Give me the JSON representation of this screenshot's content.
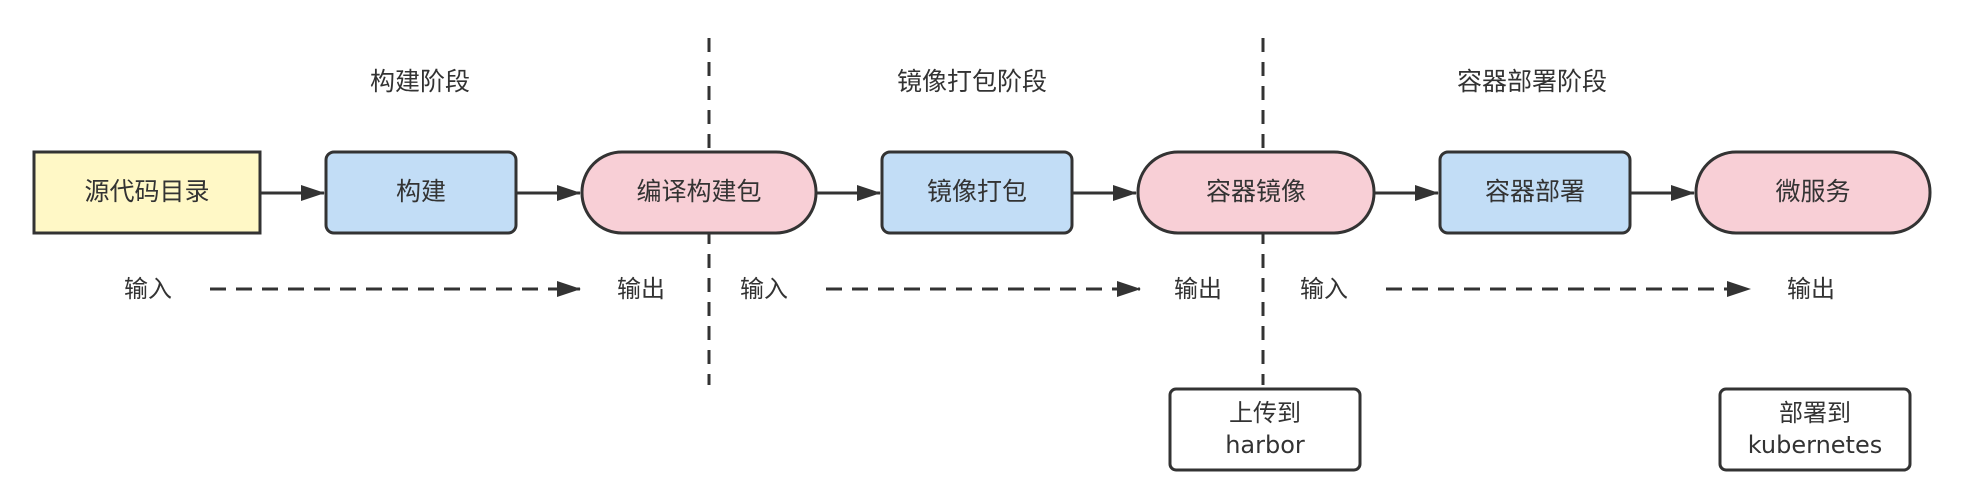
{
  "stages": [
    {
      "label": "构建阶段"
    },
    {
      "label": "镜像打包阶段"
    },
    {
      "label": "容器部署阶段"
    }
  ],
  "nodes": [
    {
      "id": "source",
      "label": "源代码目录",
      "kind": "source"
    },
    {
      "id": "build",
      "label": "构建",
      "kind": "process"
    },
    {
      "id": "artifact",
      "label": "编译构建包",
      "kind": "artifact"
    },
    {
      "id": "package",
      "label": "镜像打包",
      "kind": "process"
    },
    {
      "id": "image",
      "label": "容器镜像",
      "kind": "artifact"
    },
    {
      "id": "deploy",
      "label": "容器部署",
      "kind": "process"
    },
    {
      "id": "service",
      "label": "微服务",
      "kind": "artifact"
    }
  ],
  "io": {
    "input": "输入",
    "output": "输出"
  },
  "notes": [
    {
      "line1": "上传到",
      "line2": "harbor"
    },
    {
      "line1": "部署到",
      "line2": "kubernetes"
    }
  ],
  "colors": {
    "source_fill": "#FFF8C6",
    "process_fill": "#C2DDF6",
    "artifact_fill": "#F8CFD6",
    "note_fill": "#FFFFFF",
    "stroke": "#333333"
  }
}
